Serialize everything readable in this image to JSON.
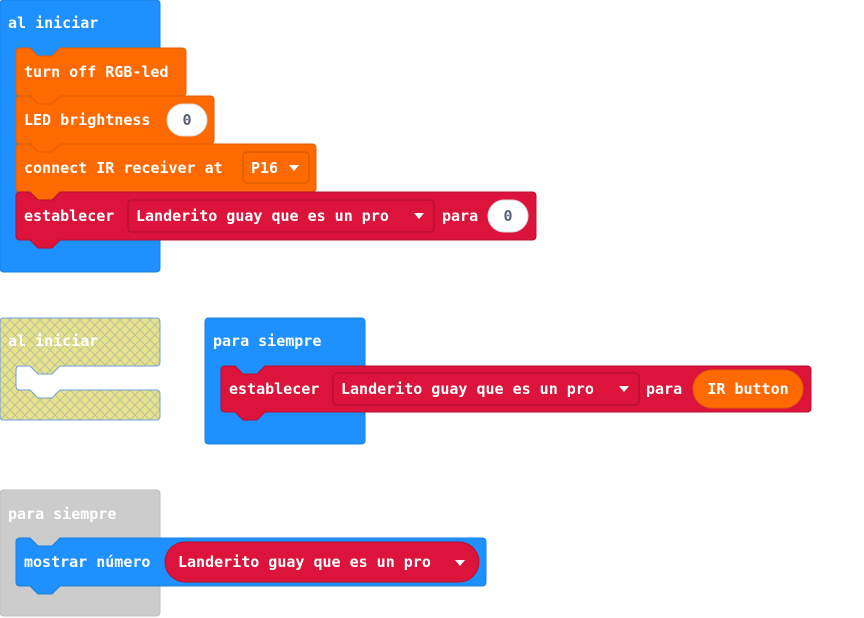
{
  "workspace": {
    "group1": {
      "hat_label": "al iniciar",
      "turn_off_rgb": "turn off RGB-led",
      "led_brightness_label": "LED brightness",
      "led_brightness_value": "0",
      "connect_ir_label": "connect IR receiver at",
      "connect_ir_pin": "P16",
      "set_label": "establecer",
      "set_variable": "Landerito guay que es un pro",
      "set_to_label": "para",
      "set_value": "0"
    },
    "group2": {
      "hat_label": "al iniciar"
    },
    "group3": {
      "hat_label": "para siempre",
      "set_label": "establecer",
      "set_variable": "Landerito guay que es un pro",
      "set_to_label": "para",
      "set_value": "IR button"
    },
    "group4": {
      "hat_label": "para siempre",
      "show_number_label": "mostrar número",
      "show_number_variable": "Landerito guay que es un pro"
    }
  },
  "colors": {
    "basic_blue": "#1e90ff",
    "ir_orange": "#ff6a00",
    "variables_red": "#dc143c",
    "disabled_grey": "#cccccc",
    "disabled_yellow": "#e9e58b"
  },
  "icons": {
    "dropdown": "caret-down-icon"
  }
}
